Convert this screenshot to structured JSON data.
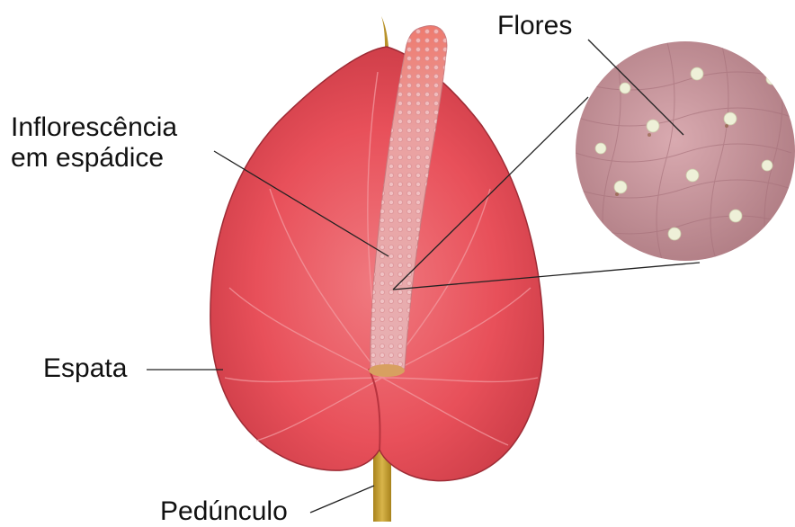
{
  "labels": {
    "inflorescence_line1": "Inflorescência",
    "inflorescence_line2": "em espádice",
    "flowers": "Flores",
    "spathe": "Espata",
    "peduncle": "Pedúnculo"
  },
  "colors": {
    "spathe": "#e8505a",
    "spathe_dark": "#c93a45",
    "spadix": "#e7a3a6",
    "spadix_tip": "#ee7a6e",
    "peduncle": "#c9a23a",
    "zoom_bg": "#c7969b",
    "flower_dot": "#eef0d8",
    "leader_line": "#222222"
  }
}
